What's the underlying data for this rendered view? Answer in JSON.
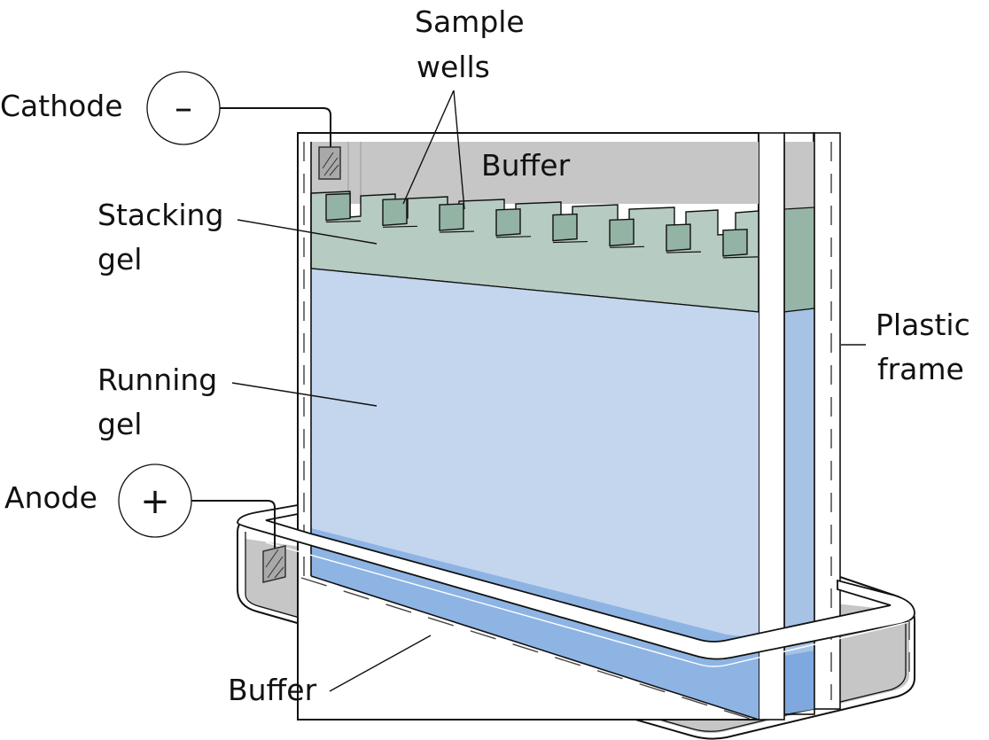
{
  "diagram": {
    "title": "Vertical slab gel electrophoresis apparatus",
    "labels": {
      "sample_wells": [
        "Sample",
        "wells"
      ],
      "cathode": "Cathode",
      "cathode_symbol": "–",
      "buffer_top": "Buffer",
      "stacking_gel": [
        "Stacking",
        "gel"
      ],
      "running_gel": [
        "Running",
        "gel"
      ],
      "anode": "Anode",
      "anode_symbol": "+",
      "buffer_bottom": "Buffer",
      "plastic_frame": [
        "Plastic",
        "frame"
      ]
    },
    "well_count": 8,
    "colors": {
      "buffer": "#c6c6c6",
      "stacking_gel": "#b6cbc1",
      "well_inner": "#93b3a4",
      "running_gel": "#c4d5ee",
      "running_gel_dark": "#8eb4e4",
      "side_running_gel": "#a6c3e6",
      "side_stacking_gel": "#97b5a6",
      "electrode": "#a9a9a9",
      "frame": "#ffffff",
      "outline": "#111111"
    }
  }
}
